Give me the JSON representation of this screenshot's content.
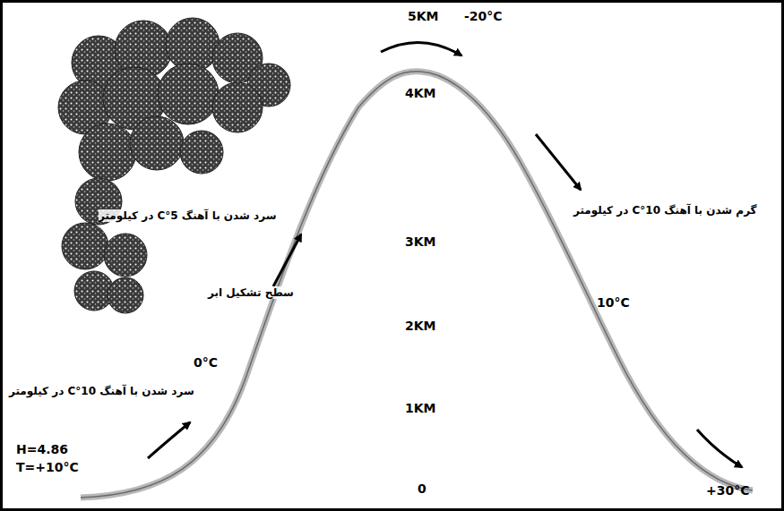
{
  "diagram": {
    "labels": [
      "5KM",
      "-20°C",
      "4KM",
      "3KM",
      "2KM",
      "1KM",
      "0",
      "H=4.86",
      "T=+10°C",
      "0°C",
      "10°C",
      "+30°C",
      "سرد شدن با آهنگ 10°C در کیلومتر",
      "سطح تشکیل ابر",
      "سرد شدن با آهنگ 5°C در کیلومتر",
      "گرم شدن با آهنگ 10°C در کیلومتر"
    ]
  }
}
